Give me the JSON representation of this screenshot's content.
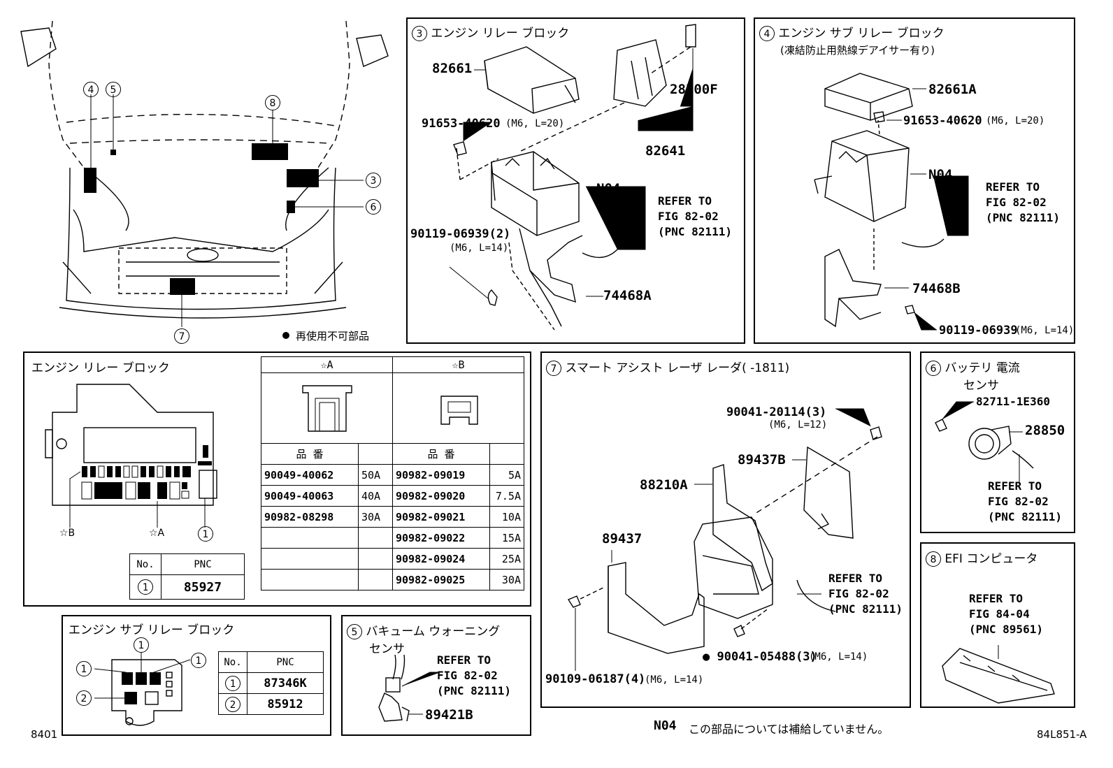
{
  "panels": {
    "engine_relay": {
      "num": "3",
      "title": "エンジン リレー ブロック",
      "parts": {
        "p1": "82661",
        "p2": "28300F",
        "p3": "82641",
        "p4": "N04",
        "p5": "74468A"
      },
      "bolt1": {
        "pn": "91653-40620",
        "spec": "(M6, L=20)"
      },
      "bolt2": {
        "pn": "90119-06939(2)",
        "spec": "(M6, L=14)"
      },
      "ref": [
        "REFER TO",
        "FIG 82-02",
        "(PNC 82111)"
      ]
    },
    "engine_sub_relay": {
      "num": "4",
      "title": "エンジン サブ リレー ブロック",
      "subtitle": "(凍結防止用熱線デアイサー有り)",
      "parts": {
        "p1": "82661A",
        "p2": "N04",
        "p3": "74468B"
      },
      "bolt1": {
        "pn": "91653-40620",
        "spec": "(M6, L=20)"
      },
      "bolt2": {
        "pn": "90119-06939",
        "spec": "(M6, L=14)"
      },
      "ref": [
        "REFER TO",
        "FIG 82-02",
        "(PNC 82111)"
      ]
    },
    "smart_assist": {
      "num": "7",
      "title": "スマート アシスト レーザ レーダ(     -1811)",
      "parts": {
        "p1": "89437B",
        "p2": "88210A",
        "p3": "89437"
      },
      "bolt1": {
        "pn": "90041-20114(3)",
        "spec": "(M6, L=12)"
      },
      "bolt2": {
        "pn": "90109-06187(4)",
        "spec": "(M6, L=14)"
      },
      "bolt3": {
        "pn": "90041-05488(3)",
        "spec": "(M6, L=14)"
      },
      "ref": [
        "REFER TO",
        "FIG 82-02",
        "(PNC 82111)"
      ]
    },
    "battery_sensor": {
      "num": "6",
      "title1": "バッテリ 電流",
      "title2": "センサ",
      "parts": {
        "p1": "82711-1E360",
        "p2": "28850"
      },
      "ref": [
        "REFER TO",
        "FIG 82-02",
        "(PNC 82111)"
      ]
    },
    "efi": {
      "num": "8",
      "title": "EFI コンピュータ",
      "ref": [
        "REFER TO",
        "FIG 84-04",
        "(PNC 89561)"
      ]
    },
    "vacuum": {
      "num": "5",
      "title1": "バキューム ウォーニング",
      "title2": "センサ",
      "part": "89421B",
      "ref": [
        "REFER TO",
        "FIG 82-02",
        "(PNC 82111)"
      ]
    }
  },
  "car": {
    "labels": [
      "4",
      "5",
      "8",
      "3",
      "6",
      "7"
    ],
    "legend": "再使用不可部品"
  },
  "relay_table": {
    "title": "エンジン リレー ブロック",
    "star_a": "☆A",
    "star_b": "☆B",
    "c1": "1",
    "pnc_head": [
      "No.",
      "PNC"
    ],
    "pnc_row": [
      "1",
      "85927"
    ],
    "col_a": "☆A",
    "col_b": "☆B",
    "hdr": "品 番",
    "rows": [
      [
        "90049-40062",
        "50A",
        "90982-09019",
        "5A"
      ],
      [
        "90049-40063",
        "40A",
        "90982-09020",
        "7.5A"
      ],
      [
        "90982-08298",
        "30A",
        "90982-09021",
        "10A"
      ],
      [
        "",
        "",
        "90982-09022",
        "15A"
      ],
      [
        "",
        "",
        "90982-09024",
        "25A"
      ],
      [
        "",
        "",
        "90982-09025",
        "30A"
      ]
    ]
  },
  "sub_table": {
    "title": "エンジン サブ リレー ブロック",
    "head": [
      "No.",
      "PNC"
    ],
    "rows": [
      [
        "1",
        "87346K"
      ],
      [
        "2",
        "85912"
      ]
    ]
  },
  "footer": {
    "note_code": "N04",
    "note": "この部品については補給していません。",
    "left": "8401",
    "right": "84L851-A"
  }
}
